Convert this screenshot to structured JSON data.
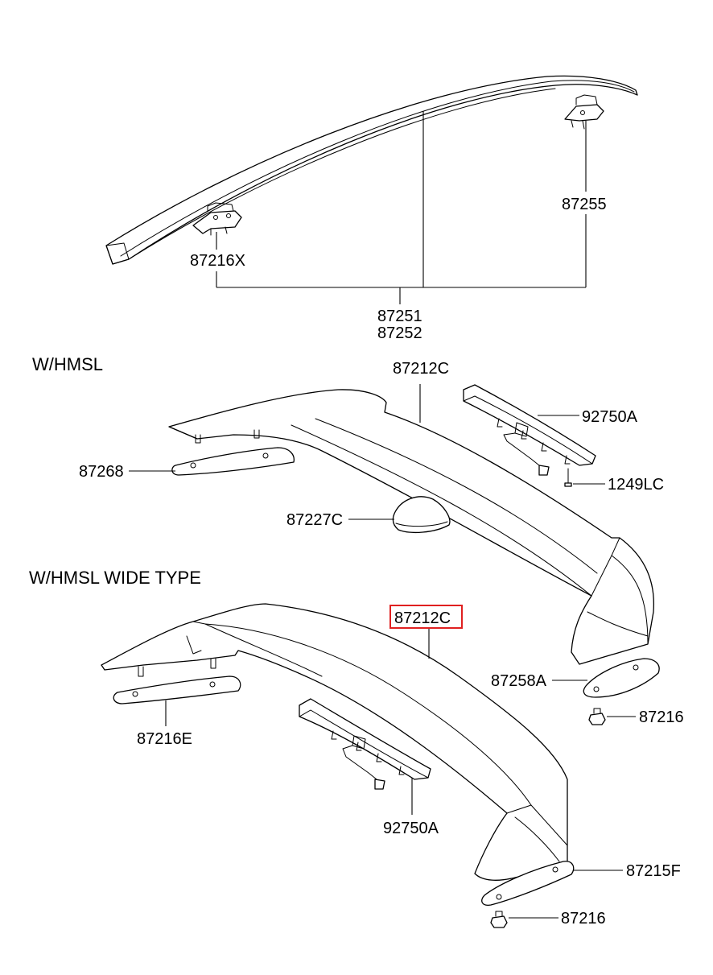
{
  "sections": {
    "hmsl": "W/HMSL",
    "hmsl_wide": "W/HMSL WIDE TYPE"
  },
  "labels": {
    "p87216X": "87216X",
    "p87255": "87255",
    "p87251": "87251",
    "p87252": "87252",
    "p87212C_top": "87212C",
    "p92750A_top": "92750A",
    "p87268": "87268",
    "p1249LC": "1249LC",
    "p87227C": "87227C",
    "p87212C_wide": "87212C",
    "p87258A": "87258A",
    "p87216_top": "87216",
    "p87216E": "87216E",
    "p92750A_wide": "92750A",
    "p87215F": "87215F",
    "p87216_bottom": "87216"
  },
  "highlight": {
    "color": "#e02020",
    "part": "87212C"
  }
}
